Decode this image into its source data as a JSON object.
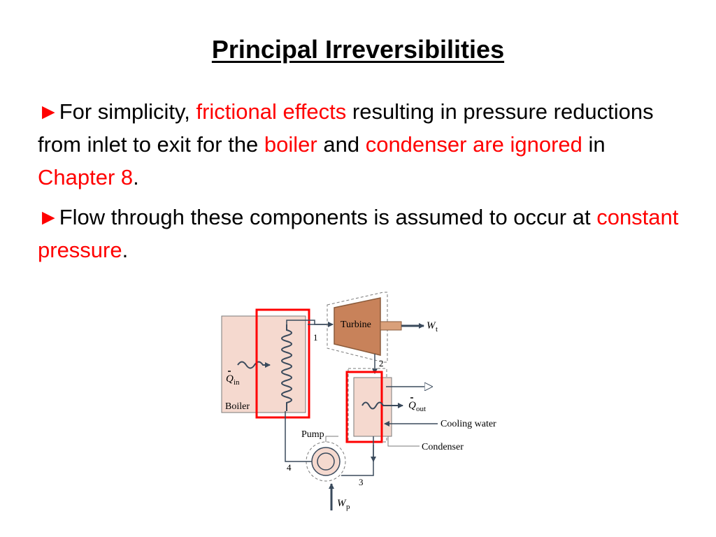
{
  "slide": {
    "title": "Principal Irreversibilities",
    "bullets": [
      {
        "marker": "►",
        "p1": "For simplicity, ",
        "p2": "frictional effects",
        "p3": " resulting in pressure reductions from inlet to exit for the ",
        "p4": "boiler",
        "p5": " and ",
        "p6": "condenser are ignored",
        "p7": " in ",
        "p8": "Chapter 8",
        "p9": "."
      },
      {
        "marker": "►",
        "p1": "Flow through these components is assumed to occur at ",
        "p2": "constant pressure",
        "p3": "."
      }
    ]
  },
  "diagram": {
    "turbine": "Turbine",
    "boiler": "Boiler",
    "pump": "Pump",
    "condenser": "Condenser",
    "cooling_water": "Cooling water",
    "wt_main": "W",
    "wt_sub": "t",
    "qin_main": "Q",
    "qin_sub": "in",
    "qout_main": "Q",
    "qout_sub": "out",
    "wp_main": "W",
    "wp_sub": "p",
    "state1": "1",
    "state2": "2",
    "state3": "3",
    "state4": "4"
  },
  "colors": {
    "highlight_red": "#ff0000",
    "equipment_fill": "#f5d9cf",
    "turbine_fill": "#c8825a",
    "flow_line": "#3a4a5c"
  }
}
